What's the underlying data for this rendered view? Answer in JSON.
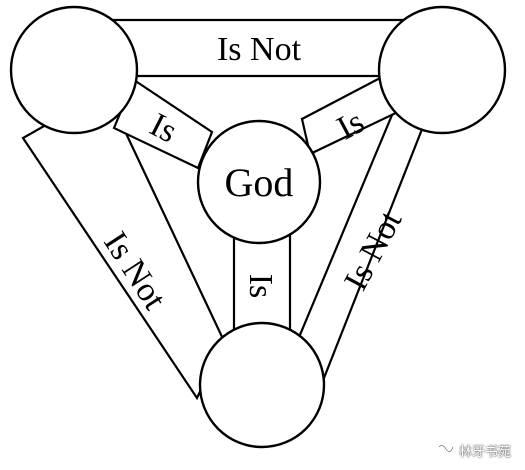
{
  "diagram": {
    "nodes": {
      "top_left": "",
      "top_right": "",
      "bottom": "",
      "center": "God"
    },
    "edges": {
      "top": "Is Not",
      "left": "Is Not",
      "right": "Is Not",
      "center_to_top_left": "Is",
      "center_to_top_right": "Is",
      "center_to_bottom": "Is"
    }
  },
  "watermark": {
    "text": "林牙书苑",
    "icon": "wechat-channel-icon"
  }
}
